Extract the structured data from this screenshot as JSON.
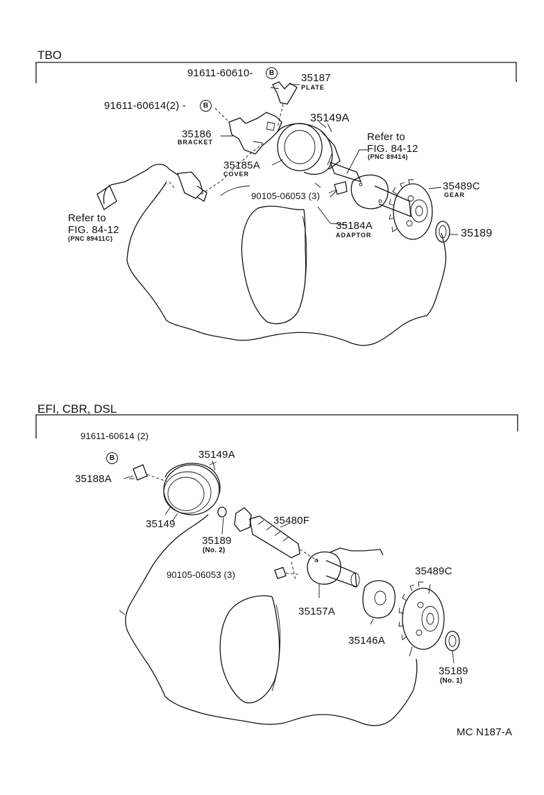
{
  "sections": {
    "tbo": "TBO",
    "efi": "EFI, CBR, DSL"
  },
  "tbo_labels": {
    "p91611_60610": "91611-60610-",
    "p35187": "35187",
    "plate": "PLATE",
    "p91611_60614_2": "91611-60614(2)  -",
    "p35149a": "35149A",
    "p35186": "35186",
    "bracket": "BRACKET",
    "refer_a1": "Refer to",
    "refer_a2": "FIG. 84-12",
    "refer_a3": "(PNC 89414)",
    "p35185a": "35185A",
    "cover": "COVER",
    "p90105_06053_3": "90105-06053 (3)",
    "p35489c": "35489C",
    "gear": "GEAR",
    "refer_b1": "Refer to",
    "refer_b2": "FIG. 84-12",
    "refer_b3": "(PNC 89411C)",
    "p35184a": "35184A",
    "adaptor": "ADAPTOR",
    "p35189": "35189"
  },
  "efi_labels": {
    "p91611_60614_2": "91611-60614 (2)",
    "p35149a": "35149A",
    "p35188a": "35188A",
    "p35149": "35149",
    "p35480f": "35480F",
    "p35189": "35189",
    "no2": "(No. 2)",
    "p90105_06053_3": "90105-06053 (3)",
    "p35489c": "35489C",
    "p35157a": "35157A",
    "p35146a": "35146A",
    "p35189b": "35189",
    "no1": "(No. 1)"
  },
  "bolt_mark": "B",
  "footer_code": "MC N187-A"
}
